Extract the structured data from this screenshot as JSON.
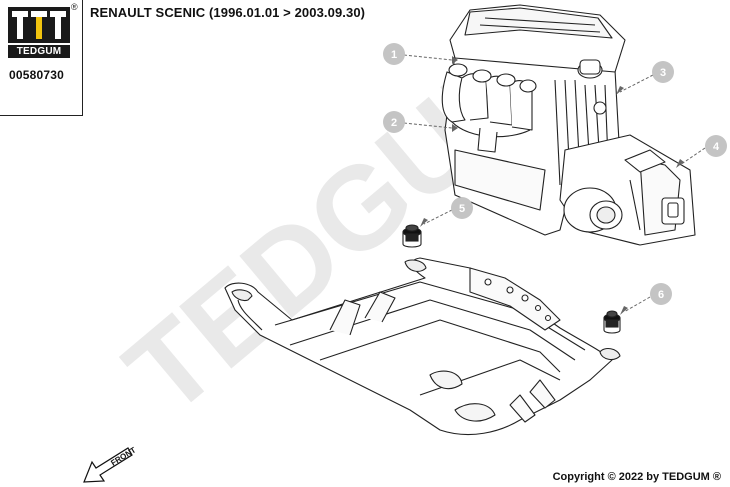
{
  "logo": {
    "brand": "TEDGUM",
    "registered": "®",
    "colors": {
      "dark": "#1a1a1a",
      "yellow": "#f2c40f"
    }
  },
  "part_number": "00580730",
  "title": "RENAULT SCENIC (1996.01.01 > 2003.09.30)",
  "watermark": "TEDGUM",
  "callouts": [
    {
      "label": "1"
    },
    {
      "label": "2"
    },
    {
      "label": "3"
    },
    {
      "label": "4"
    },
    {
      "label": "5"
    },
    {
      "label": "6"
    }
  ],
  "front_label": "FRONT",
  "copyright": "Copyright © 2022 by TEDGUM ®",
  "callout_color": "#c4c4c4"
}
